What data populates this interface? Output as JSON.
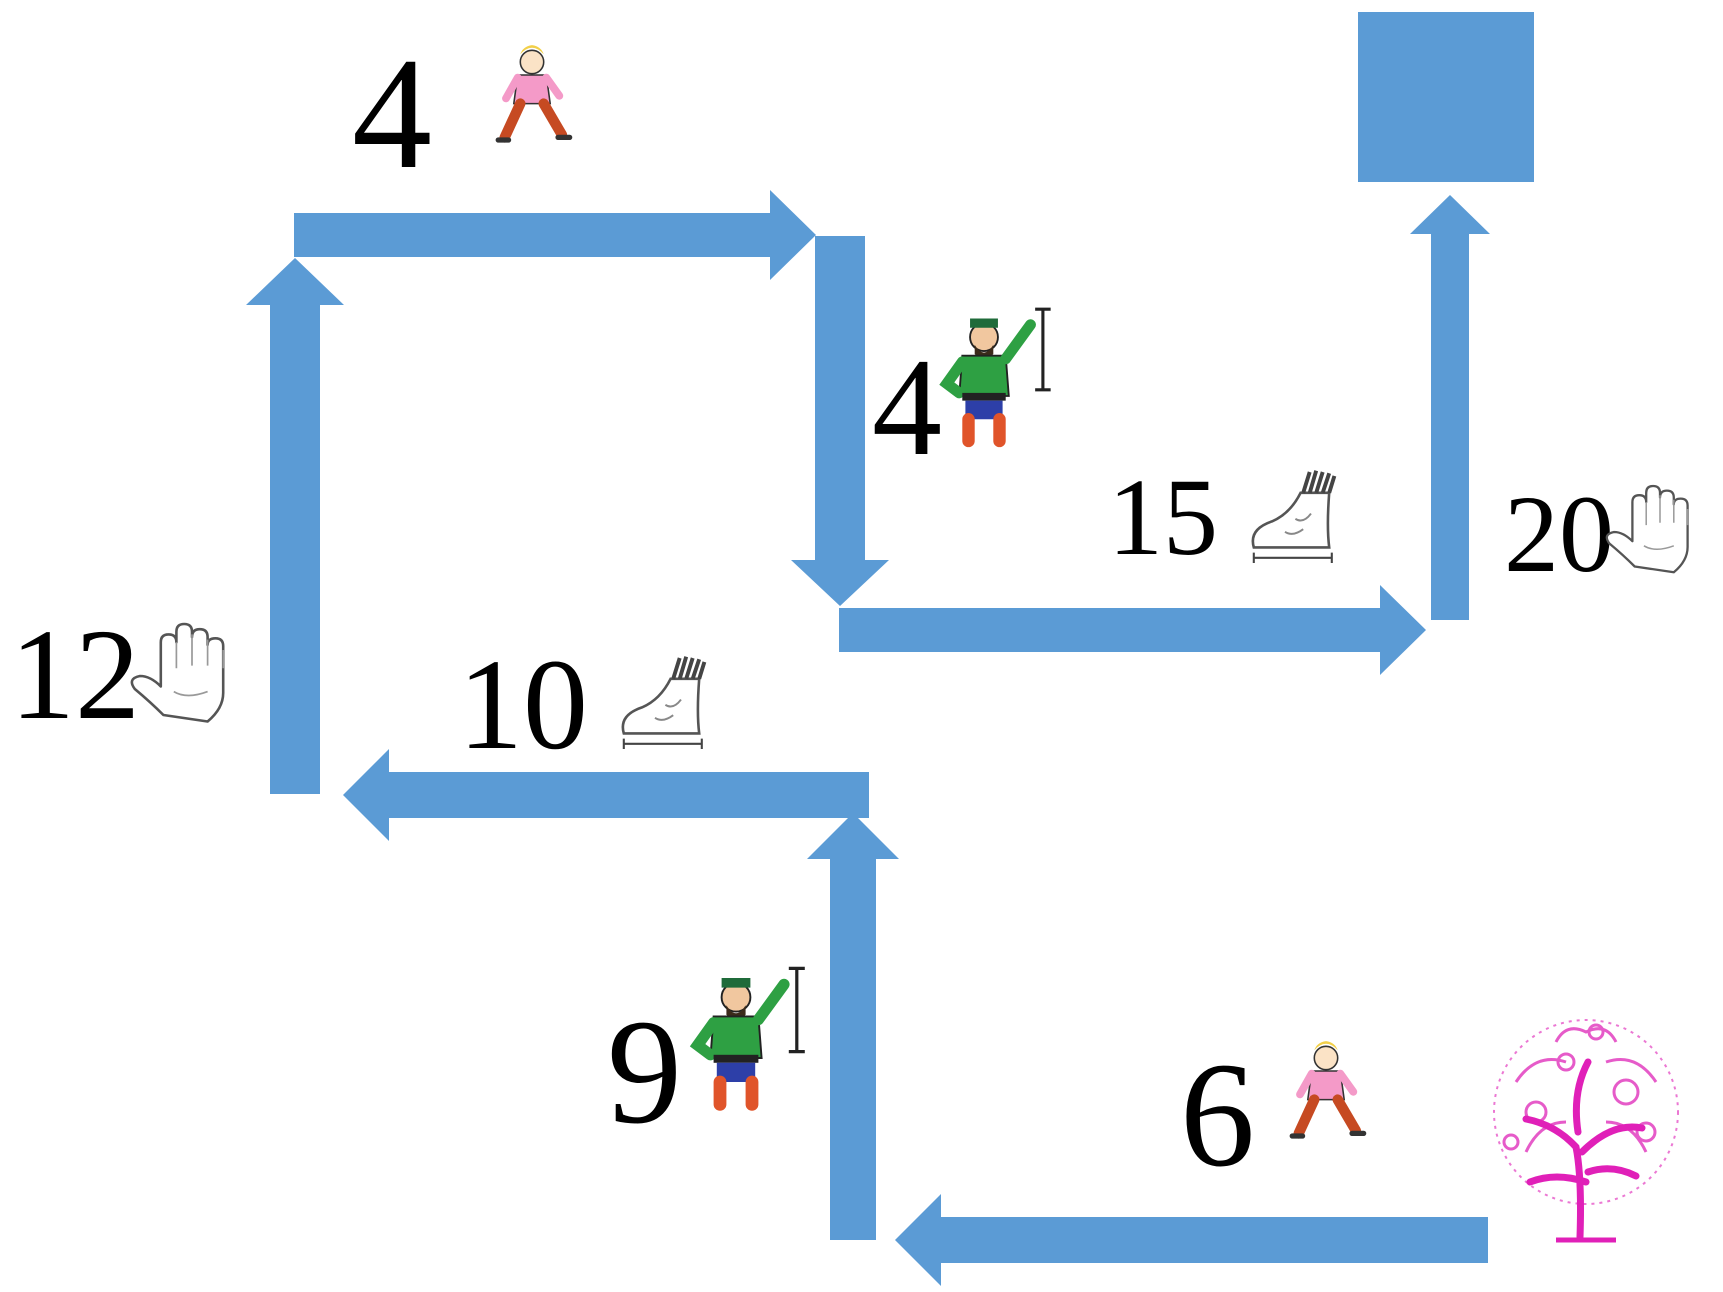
{
  "colors": {
    "arrow": "#5b9bd5",
    "goal": "#5b9bd5",
    "tree": "#e23fc0",
    "trunk": "#e020b8"
  },
  "unit_icons": {
    "step": "walking-child-icon",
    "sazhen": "bearded-man-measure-icon",
    "foot": "foot-icon",
    "palm": "palm-icon"
  },
  "path": [
    {
      "id": "seg-1",
      "direction": "left",
      "label": "6",
      "unit": "step"
    },
    {
      "id": "seg-2",
      "direction": "up",
      "label": "9",
      "unit": "sazhen"
    },
    {
      "id": "seg-3",
      "direction": "left",
      "label": "10",
      "unit": "foot"
    },
    {
      "id": "seg-4",
      "direction": "up",
      "label": "12",
      "unit": "palm"
    },
    {
      "id": "seg-5",
      "direction": "right",
      "label": "4",
      "unit": "step"
    },
    {
      "id": "seg-6",
      "direction": "down",
      "label": "4",
      "unit": "sazhen"
    },
    {
      "id": "seg-7",
      "direction": "right",
      "label": "15",
      "unit": "foot"
    },
    {
      "id": "seg-8",
      "direction": "up",
      "label": "20",
      "unit": "palm"
    }
  ]
}
